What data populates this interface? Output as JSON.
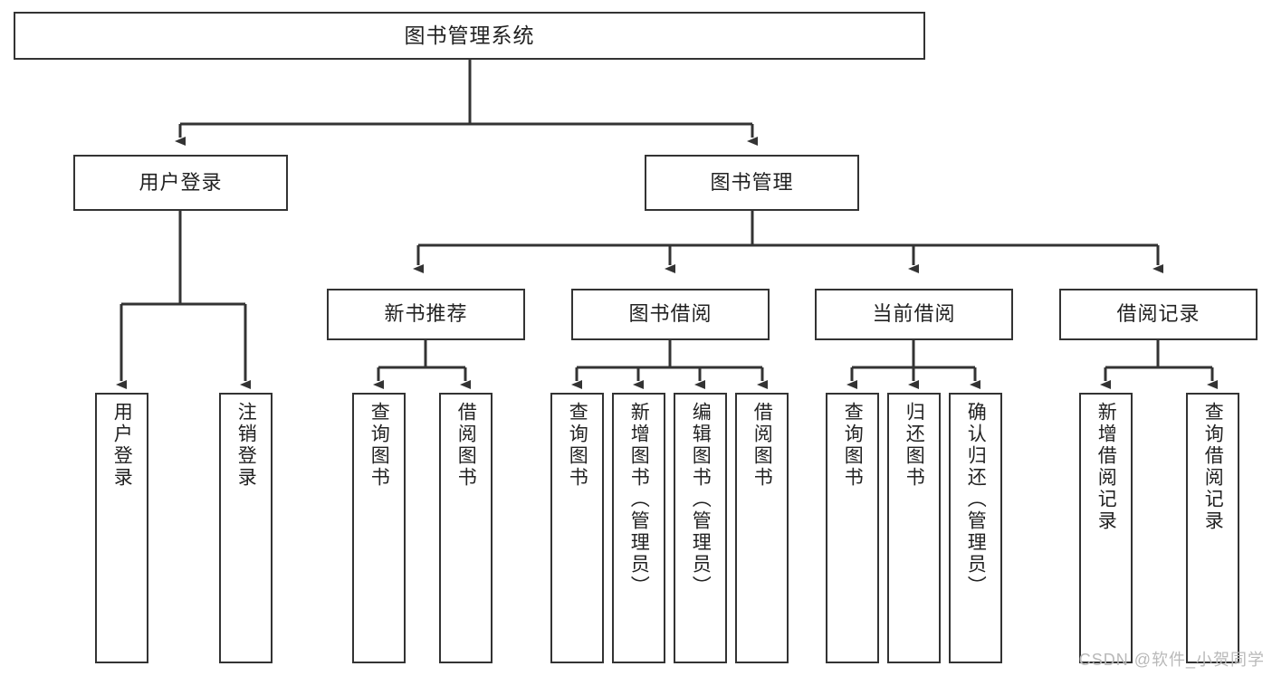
{
  "diagram": {
    "title": "图书管理系统",
    "type": "tree",
    "watermark": "CSDN @软件_小贺同学",
    "accent_color": "#333333",
    "background_color": "#ffffff",
    "text_color": "#222222",
    "root": {
      "label": "图书管理系统"
    },
    "level2": [
      {
        "label": "用户登录"
      },
      {
        "label": "图书管理"
      }
    ],
    "level3": [
      {
        "label": "新书推荐"
      },
      {
        "label": "图书借阅"
      },
      {
        "label": "当前借阅"
      },
      {
        "label": "借阅记录"
      }
    ],
    "leaves": {
      "user_login": [
        {
          "label": "用户登录"
        },
        {
          "label": "注销登录"
        }
      ],
      "new_book_recommend": [
        {
          "label": "查询图书"
        },
        {
          "label": "借阅图书"
        }
      ],
      "book_borrow": [
        {
          "label": "查询图书"
        },
        {
          "label": "新增图书（管理员）"
        },
        {
          "label": "编辑图书（管理员）"
        },
        {
          "label": "借阅图书"
        }
      ],
      "current_borrow": [
        {
          "label": "查询图书"
        },
        {
          "label": "归还图书"
        },
        {
          "label": "确认归还（管理员）"
        }
      ],
      "borrow_record": [
        {
          "label": "新增借阅记录"
        },
        {
          "label": "查询借阅记录"
        }
      ]
    }
  }
}
